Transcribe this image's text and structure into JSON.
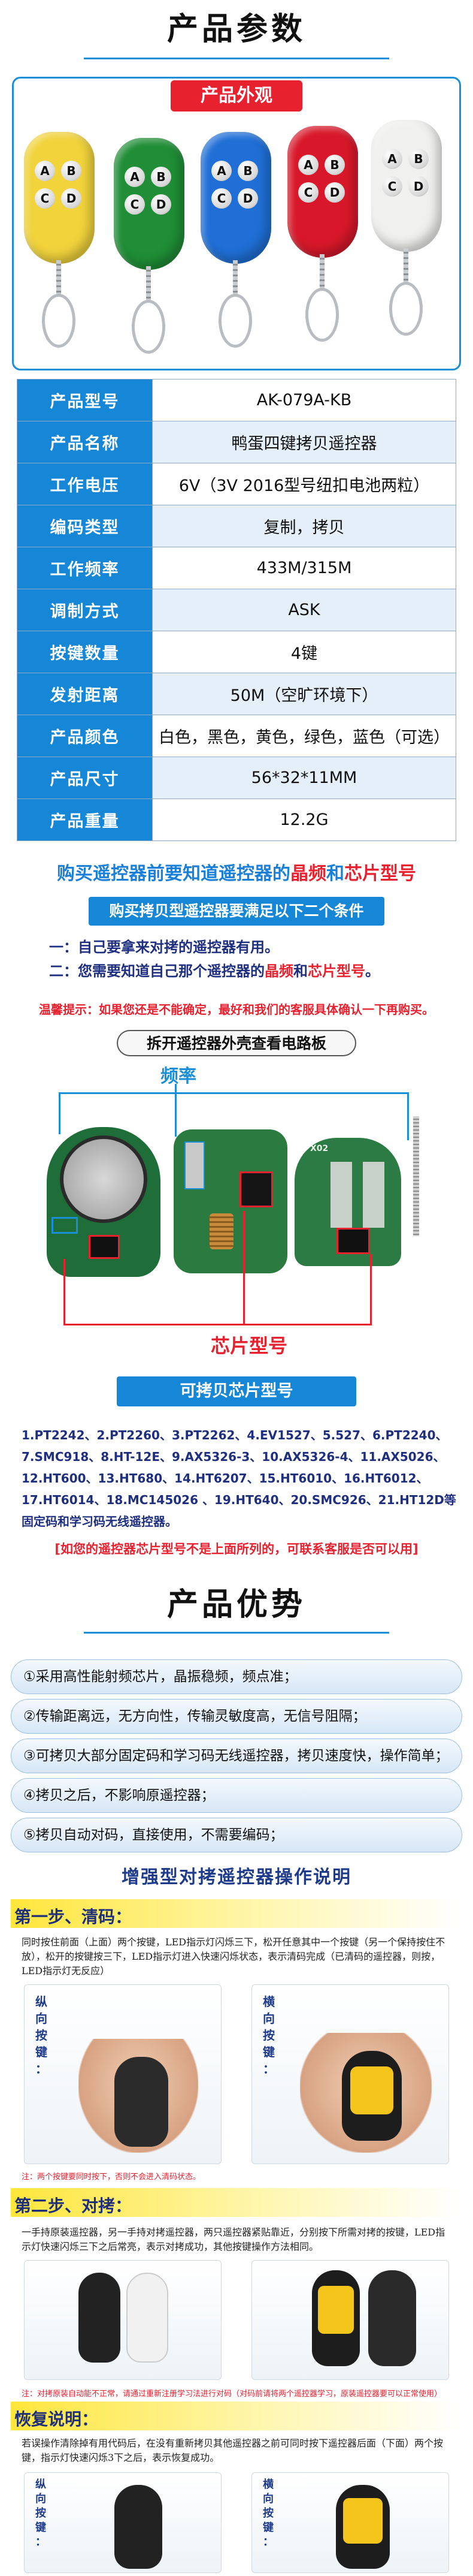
{
  "header": {
    "title": "产品参数",
    "appearance_label": "产品外观"
  },
  "remotes": {
    "colors": [
      "#f1d33c",
      "#1f8e36",
      "#1f6fd6",
      "#d8182a",
      "#f0f0ee"
    ],
    "buttons": [
      "A",
      "B",
      "C",
      "D"
    ]
  },
  "specs": [
    {
      "key": "产品型号",
      "value": "AK-079A-KB"
    },
    {
      "key": "产品名称",
      "value": "鸭蛋四键拷贝遥控器"
    },
    {
      "key": "工作电压",
      "value": "6V（3V 2016型号纽扣电池两粒）"
    },
    {
      "key": "编码类型",
      "value": "复制，拷贝"
    },
    {
      "key": "工作频率",
      "value": "433M/315M"
    },
    {
      "key": "调制方式",
      "value": "ASK"
    },
    {
      "key": "按键数量",
      "value": "4键"
    },
    {
      "key": "发射距离",
      "value": "50M（空旷环境下）"
    },
    {
      "key": "产品颜色",
      "value": "白色，黑色，黄色，绿色，蓝色（可选）"
    },
    {
      "key": "产品尺寸",
      "value": "56*32*11MM"
    },
    {
      "key": "产品重量",
      "value": "12.2G"
    }
  ],
  "notice": {
    "headline_pre": "购买遥控器前要知道遥控器的",
    "headline_freq": "晶频",
    "headline_and": "和",
    "headline_chip": "芯片型号",
    "banner": "购买拷贝型遥控器要满足以下二个条件",
    "cond1": "一：自己要拿来对拷的遥控器有用。",
    "cond2_pre": "二：您需要知道自己那个遥控器的",
    "cond2_freq": "晶频",
    "cond2_and": "和",
    "cond2_chip": "芯片型号",
    "cond2_end": "。",
    "warm_tip": "温馨提示：如果您还是不能确定，最好和我们的客服具体确认一下再购买。"
  },
  "boards": {
    "title": "拆开遥控器外壳查看电路板",
    "freq_label": "频率",
    "chip_label": "芯片型号",
    "board_text": "X02"
  },
  "chips": {
    "title": "可拷贝芯片型号",
    "line1": "1.PT2242、2.PT2260、3.PT2262、4.EV1527、5.527、6.PT2240、",
    "line2": "7.SMC918、8.HT-12E、9.AX5326-3、10.AX5326-4、11.AX5026、",
    "line3": "12.HT600、13.HT680、14.HT6207、15.HT6010、16.HT6012、",
    "line4": "17.HT6014、18.MC145026 、19.HT640、20.SMC926、21.HT12D等",
    "line5": "固定码和学习码无线遥控器。",
    "warning": "[如您的遥控器芯片型号不是上面所列的，可联系客服是否可以用]"
  },
  "advantages": {
    "title": "产品优势",
    "items": [
      "①采用高性能射频芯片，晶振稳频，频点准；",
      "②传输距离远，无方向性，传输灵敏度高，无信号阻隔；",
      "③可拷贝大部分固定码和学习码无线遥控器，拷贝速度快，操作简单；",
      "④拷贝之后，不影响原遥控器；",
      "⑤拷贝自动对码，直接使用，不需要编码；"
    ]
  },
  "guide": {
    "title": "增强型对拷遥控器操作说明",
    "step1_title": "第一步、清码：",
    "step1_text": "同时按住前面（上面）两个按键，LED指示灯闪烁三下，松开任意其中一个按键（另一个保持按住不放），松开的按键按三下，LED指示灯进入快速闪烁状态，表示清码完成（已清码的遥控器，则按，LED指示灯无反应）",
    "step1_left_label": "纵 向 按 键 ：",
    "step1_right_label": "横 向 按 键 ：",
    "step1_note": "注：两个按键要同时按下，否则不会进入清码状态。",
    "step2_title": "第二步、对拷：",
    "step2_text": "一手持原装遥控器，另一手持对拷遥控器，两只遥控器紧贴靠近，分别按下所需对拷的按键，LED指示灯快速闪烁三下之后常亮，表示对拷成功，其他按键操作方法相同。",
    "step2_note": "注：对拷原装自动能不正常，请通过重新注册学习法进行对码（对码前请将两个遥控器学习，原装遥控器要可以正常使用）",
    "step3_title": "恢复说明：",
    "step3_text": "若误操作清除掉有用代码后，在没有重新拷贝其他遥控器之前可同时按下遥控器后面（下面）两个按键，指示灯快速闪烁3下之后，表示恢复成功。",
    "step3_left_label": "纵 向 按 键 ：",
    "step3_right_label": "横 向 按 键 ："
  }
}
